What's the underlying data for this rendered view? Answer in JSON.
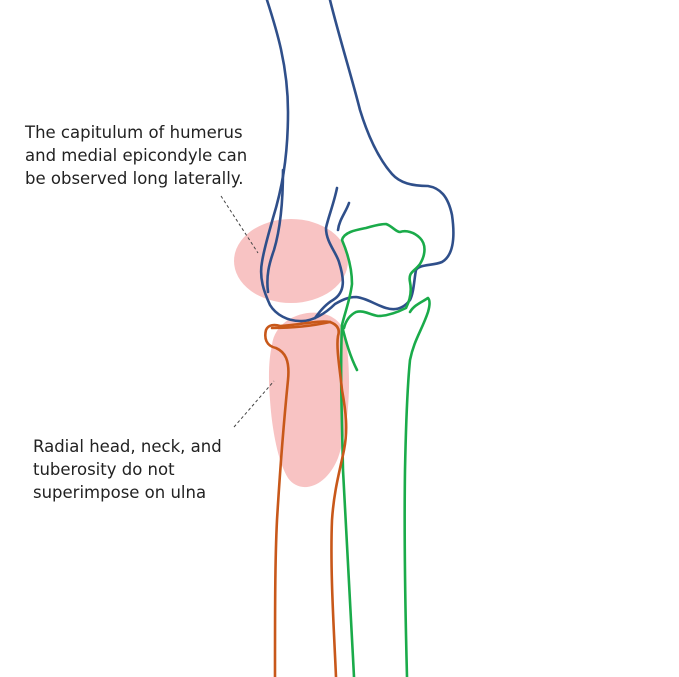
{
  "annotations": {
    "capitulum": {
      "lines": [
        "The capitulum of humerus",
        "and medial epicondyle can",
        "be observed long laterally."
      ]
    },
    "radial": {
      "lines": [
        "Radial head, neck, and",
        "tuberosity do not",
        "superimpose on ulna"
      ]
    }
  },
  "colors": {
    "humerus": "#2f4f8a",
    "ulna": "#1aab4a",
    "radius": "#c8581a",
    "highlight": "#f7b9b9",
    "leader": "#444444",
    "text": "#222222"
  }
}
